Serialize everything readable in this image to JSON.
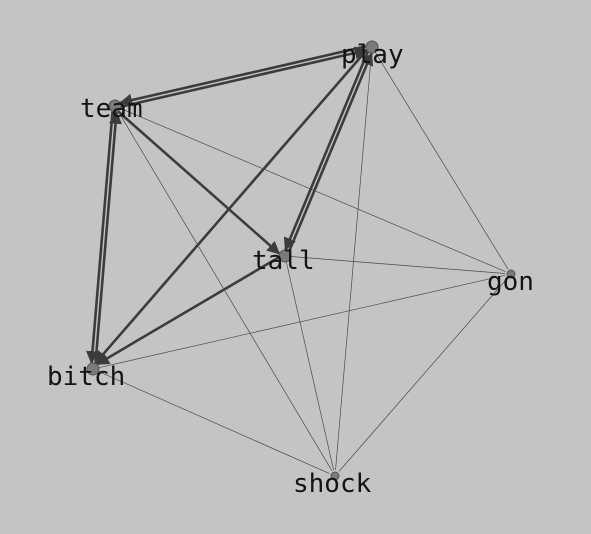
{
  "colors": {
    "background": "#c4c4c4",
    "edge_strong": "#3c3c3c",
    "edge_thin": "#4a4a4a",
    "node": "#7a7a7a",
    "label": "#141414"
  },
  "nodes": [
    {
      "id": "play",
      "label": "play"
    },
    {
      "id": "team",
      "label": "team"
    },
    {
      "id": "tall",
      "label": "tall"
    },
    {
      "id": "gon",
      "label": "gon"
    },
    {
      "id": "bitch",
      "label": "bitch"
    },
    {
      "id": "shock",
      "label": "shock"
    }
  ],
  "edges": [
    {
      "source": "play",
      "target": "team",
      "weight": "strong",
      "directed": true
    },
    {
      "source": "team",
      "target": "play",
      "weight": "strong",
      "directed": true
    },
    {
      "source": "team",
      "target": "bitch",
      "weight": "strong",
      "directed": true
    },
    {
      "source": "bitch",
      "target": "team",
      "weight": "strong",
      "directed": true
    },
    {
      "source": "team",
      "target": "tall",
      "weight": "strong",
      "directed": true
    },
    {
      "source": "play",
      "target": "tall",
      "weight": "strong",
      "directed": true
    },
    {
      "source": "play",
      "target": "bitch",
      "weight": "strong",
      "directed": true
    },
    {
      "source": "tall",
      "target": "bitch",
      "weight": "strong",
      "directed": true
    },
    {
      "source": "tall",
      "target": "play",
      "weight": "strong",
      "directed": true
    },
    {
      "source": "team",
      "target": "gon",
      "weight": "thin",
      "directed": false
    },
    {
      "source": "team",
      "target": "shock",
      "weight": "thin",
      "directed": false
    },
    {
      "source": "play",
      "target": "gon",
      "weight": "thin",
      "directed": false
    },
    {
      "source": "play",
      "target": "shock",
      "weight": "thin",
      "directed": false
    },
    {
      "source": "tall",
      "target": "gon",
      "weight": "thin",
      "directed": false
    },
    {
      "source": "tall",
      "target": "shock",
      "weight": "thin",
      "directed": false
    },
    {
      "source": "bitch",
      "target": "gon",
      "weight": "thin",
      "directed": false
    },
    {
      "source": "bitch",
      "target": "shock",
      "weight": "thin",
      "directed": false
    },
    {
      "source": "gon",
      "target": "shock",
      "weight": "thin",
      "directed": false
    }
  ]
}
